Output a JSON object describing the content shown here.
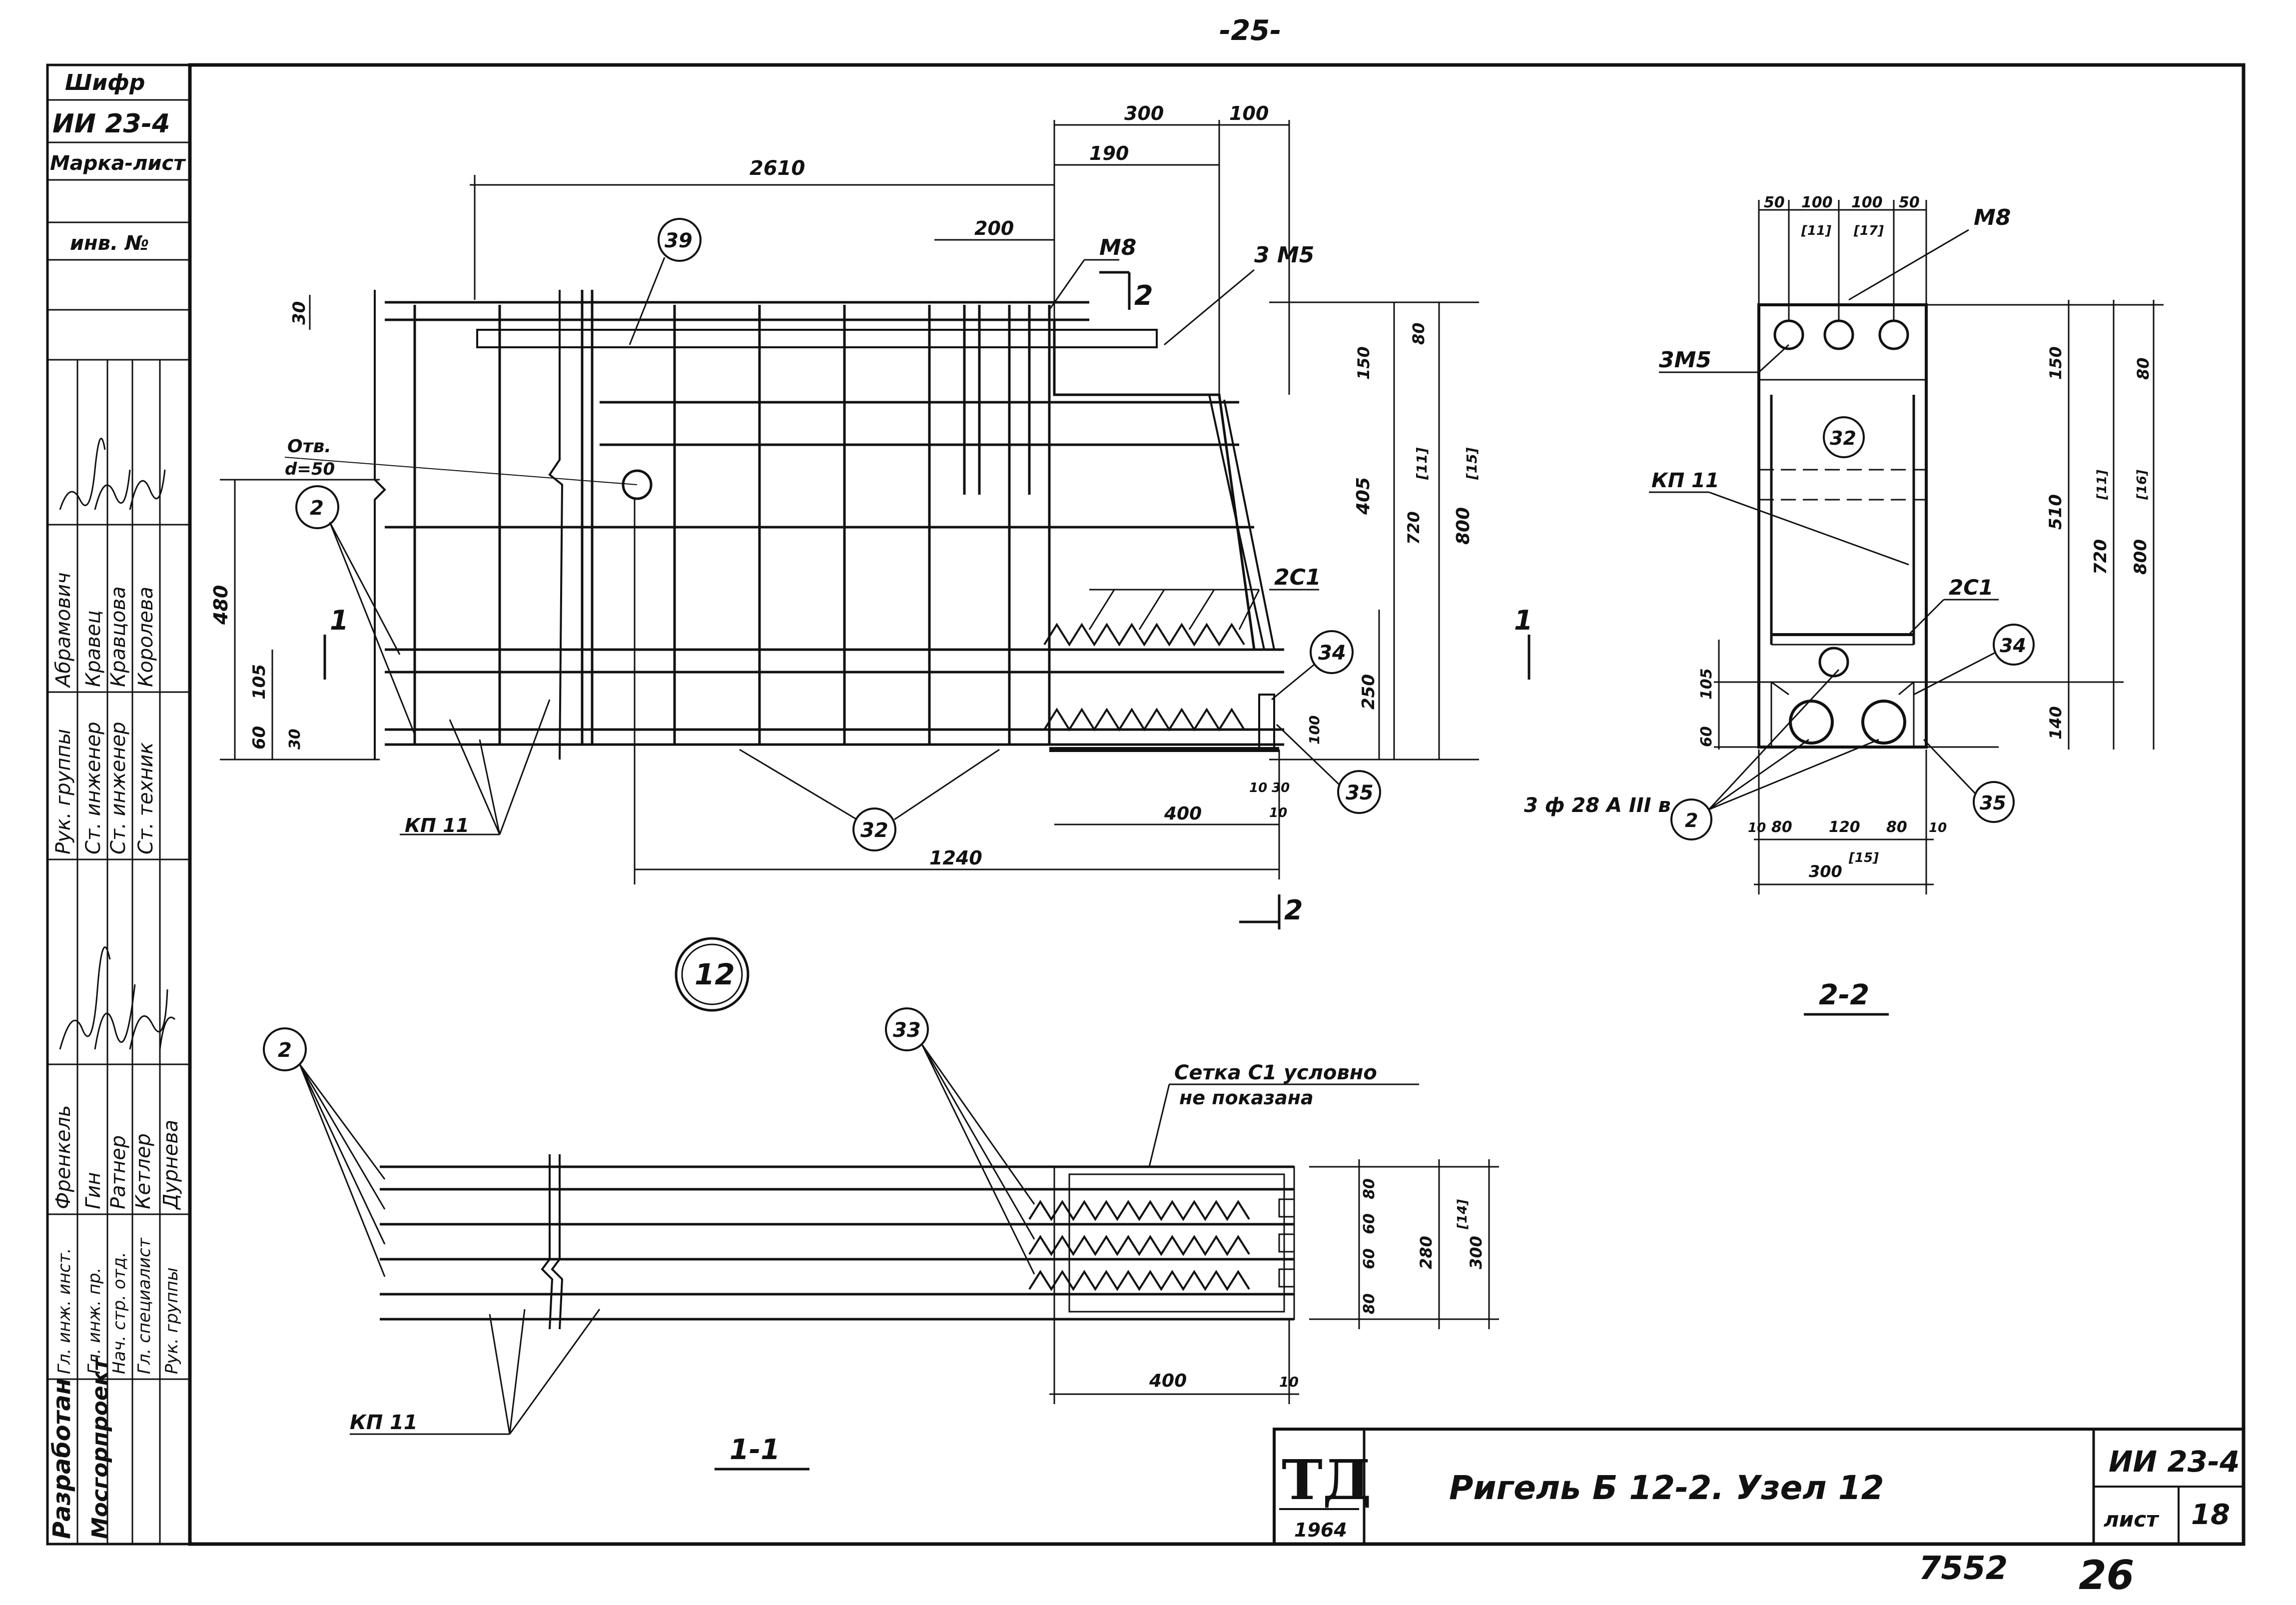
{
  "page": {
    "top_number": "-25-",
    "bottom_numbers": [
      "7552",
      "26"
    ]
  },
  "side_stamp": {
    "shifr_label": "Шифр",
    "shifr_value": "ИИ 23-4",
    "marka_list_label": "Марка-лист",
    "inv_label": "инв. №",
    "roles": [
      {
        "role": "Рук. группы",
        "name": "Абрамович"
      },
      {
        "role": "Ст. инженер",
        "name": "Кравец"
      },
      {
        "role": "Ст. инженер",
        "name": "Кравцова"
      },
      {
        "role": "Ст. техник",
        "name": "Королева"
      }
    ],
    "roles2": [
      {
        "role": "Гл. инж. инст.",
        "name": "Френкель"
      },
      {
        "role": "Гл. инж. пр.",
        "name": "Гин"
      },
      {
        "role": "Нач. стр. отд.",
        "name": "Ратнер"
      },
      {
        "role": "Гл. специалист",
        "name": "Кетлер"
      },
      {
        "role": "Рук. группы",
        "name": "Дурнева"
      }
    ],
    "developed_label": "Разработан",
    "org_label": "Мосгорпроект"
  },
  "title_block": {
    "logo": "ТД",
    "year": "1964",
    "title": "Ригель Б 12-2.  Узел 12",
    "code": "ИИ 23-4",
    "sheet_label": "лист",
    "sheet_value": "18"
  },
  "main_view": {
    "node_number": "12",
    "callouts": [
      "39",
      "2",
      "32",
      "34",
      "35"
    ],
    "labels": {
      "hole": "Отв.",
      "hole_d": "d=50",
      "m8": "М8",
      "m5": "3 М5",
      "c1": "2С1",
      "kp": "КП 11",
      "cut1": "1",
      "cut2": "2"
    },
    "dims_top": [
      "2610",
      "300",
      "100",
      "190",
      "200"
    ],
    "dims_left": [
      "30",
      "480",
      "105",
      "60",
      "30"
    ],
    "dims_right": [
      "150",
      "80",
      "405",
      "720",
      "800",
      "250",
      "100",
      "10",
      "30",
      "10",
      "[15]",
      "[11]"
    ],
    "dims_bottom": [
      "400",
      "1240"
    ]
  },
  "section_2_2": {
    "caption": "2-2",
    "callouts": [
      "32",
      "34",
      "2",
      "35"
    ],
    "labels": {
      "m8": "М8",
      "m5": "3М5",
      "kp": "КП 11",
      "c1": "2С1",
      "rebar": "3 ф 28 А ІІІ в"
    },
    "dims_top": [
      "50",
      "100",
      "100",
      "50",
      "[11]",
      "[17]"
    ],
    "dims_right": [
      "80",
      "150",
      "510",
      "720",
      "800",
      "140",
      "[11]",
      "[16]"
    ],
    "dims_left": [
      "105",
      "60"
    ],
    "dims_bottom": [
      "10",
      "80",
      "120",
      "80",
      "10",
      "300",
      "[15]"
    ]
  },
  "section_1_1": {
    "caption": "1-1",
    "callouts": [
      "2",
      "33"
    ],
    "note_line1": "Сетка С1 условно",
    "note_line2": "не показана",
    "kp": "КП 11",
    "dims_right": [
      "80",
      "60",
      "60",
      "80",
      "280",
      "300",
      "[14]"
    ],
    "dims_bottom": [
      "400",
      "10"
    ]
  }
}
